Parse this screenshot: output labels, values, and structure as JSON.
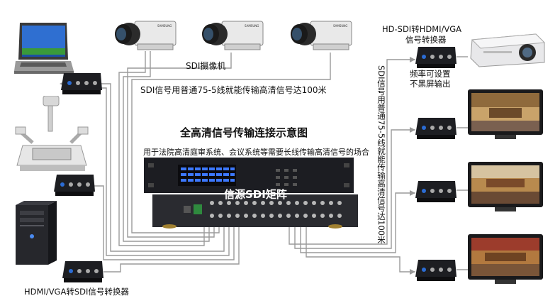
{
  "diagram": {
    "title": "全高清信号传输连接示意图",
    "subtitle": "用于法院高清庭审系统、会议系统等需要长线传输高清信号的场合",
    "camera_label": "SDI摄像机",
    "top_cable_note": "SDI信号用普通75-5线就能传输高清信号达100米",
    "right_cable_note": "SDI信号用普通75-5线就能传输高清信号达100米",
    "matrix_label": "信源SDI矩阵",
    "converter_top_right_title": "HD-SDI转HDMI/VGA",
    "converter_top_right_title2": "信号转换器",
    "converter_note_1": "频率可设置",
    "converter_note_2": "不黑屏输出",
    "converter_bottom_left": "HDMI/VGA转SDI信号转换器",
    "camera_brand": "SAMSUNG",
    "colors": {
      "cable": "#9a9a9a",
      "matrix_body": "#1c1d22",
      "screen_led": "#3c78ff",
      "matrix_label": "#ffffff"
    }
  }
}
